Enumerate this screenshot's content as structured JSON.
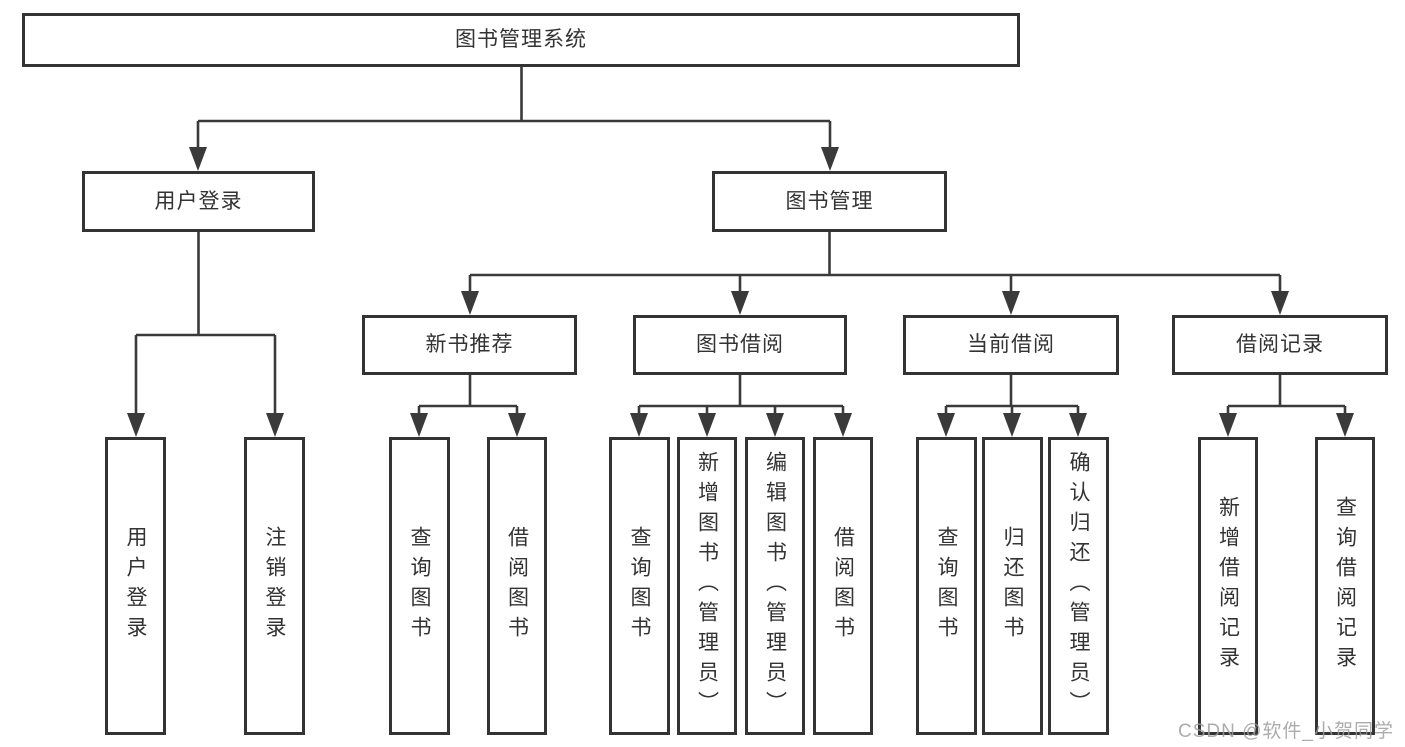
{
  "diagram": {
    "type": "hierarchy-tree",
    "colors": {
      "background": "#ffffff",
      "box_border": "#333333",
      "line": "#3a3a3a",
      "text": "#333333",
      "watermark": "#9e9e9e"
    },
    "root": {
      "label": "图书管理系统"
    },
    "level2": [
      {
        "label": "用户登录",
        "parent": "图书管理系统"
      },
      {
        "label": "图书管理",
        "parent": "图书管理系统"
      }
    ],
    "level3": [
      {
        "label": "新书推荐",
        "parent": "图书管理"
      },
      {
        "label": "图书借阅",
        "parent": "图书管理"
      },
      {
        "label": "当前借阅",
        "parent": "图书管理"
      },
      {
        "label": "借阅记录",
        "parent": "图书管理"
      }
    ],
    "leaves": [
      {
        "label": "用户登录",
        "parent": "用户登录"
      },
      {
        "label": "注销登录",
        "parent": "用户登录"
      },
      {
        "label": "查询图书",
        "parent": "新书推荐"
      },
      {
        "label": "借阅图书",
        "parent": "新书推荐"
      },
      {
        "label": "查询图书",
        "parent": "图书借阅"
      },
      {
        "label": "新增图书（管理员）",
        "parent": "图书借阅"
      },
      {
        "label": "编辑图书（管理员）",
        "parent": "图书借阅"
      },
      {
        "label": "借阅图书",
        "parent": "图书借阅"
      },
      {
        "label": "查询图书",
        "parent": "当前借阅"
      },
      {
        "label": "归还图书",
        "parent": "当前借阅"
      },
      {
        "label": "确认归还（管理员）",
        "parent": "当前借阅"
      },
      {
        "label": "新增借阅记录",
        "parent": "借阅记录"
      },
      {
        "label": "查询借阅记录",
        "parent": "借阅记录"
      }
    ],
    "watermark": "CSDN @软件_小贺同学"
  }
}
